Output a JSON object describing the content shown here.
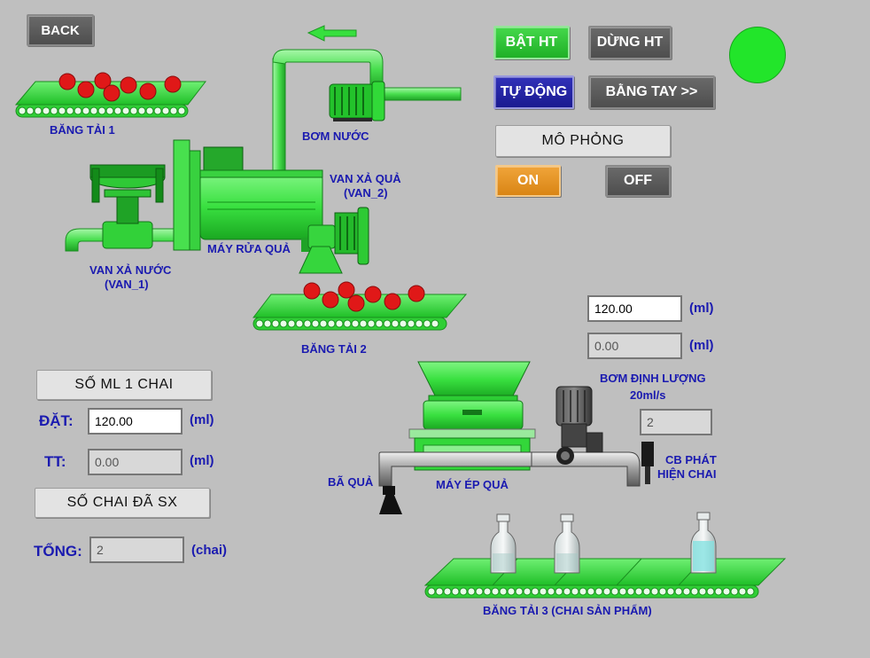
{
  "buttons": {
    "back": "BACK",
    "bat_ht": "BẬT HT",
    "dung_ht": "DỪNG HT",
    "tu_dong": "TỰ ĐỘNG",
    "bang_tay": "BẰNG TAY >>",
    "mo_phong": "MÔ PHỎNG",
    "on": "ON",
    "off": "OFF",
    "so_ml_1_chai": "SỐ ML 1 CHAI",
    "so_chai_da_sx": "SỐ CHAI ĐÃ SX"
  },
  "labels": {
    "bang_tai_1": "BĂNG TẢI 1",
    "bang_tai_2": "BĂNG TẢI 2",
    "bang_tai_3": "BĂNG TẢI 3 (CHAI SẢN PHẨM)",
    "bom_nuoc": "BƠM NƯỚC",
    "van_xa_qua": "VAN XẢ QUẢ",
    "van_2": "(VAN_2)",
    "may_rua_qua": "MÁY RỬA QUẢ",
    "van_xa_nuoc": "VAN XẢ NƯỚC",
    "van_1": "(VAN_1)",
    "bom_dinh_luong": "BƠM ĐỊNH LƯỢNG",
    "bom_rate": "20ml/s",
    "cb_phat": "CB PHÁT",
    "hien_chai": "HIỆN CHAI",
    "ba_qua": "BÃ QUẢ",
    "may_ep_qua": "MÁY ÉP QUẢ",
    "dat": "ĐẶT:",
    "tt": "TT:",
    "tong": "TỔNG:",
    "unit_ml": "(ml)",
    "unit_chai": "(chai)"
  },
  "fields": {
    "pump_set": "120.00",
    "pump_actual": "0.00",
    "sensor_count": "2",
    "dat_value": "120.00",
    "tt_value": "0.00",
    "tong_value": "2"
  },
  "colors": {
    "status_indicator": "#22e52a",
    "machine_green": "#33e03a",
    "fruit_red": "#e01818",
    "label_blue": "#1a1ab0"
  },
  "icons": {
    "flow_arrow": "arrow-left-icon",
    "status": "status-indicator-light"
  }
}
